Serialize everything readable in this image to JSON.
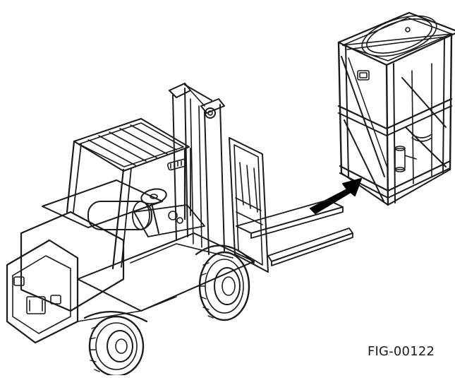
{
  "figure": {
    "label": "FIG-00122",
    "line_color": "#1a1a1a",
    "arrow_color": "#000000",
    "background": "#ffffff"
  },
  "parts": {
    "vehicle": "forklift-truck",
    "load": "crated-tank-unit",
    "indicator": "direction-arrow"
  }
}
